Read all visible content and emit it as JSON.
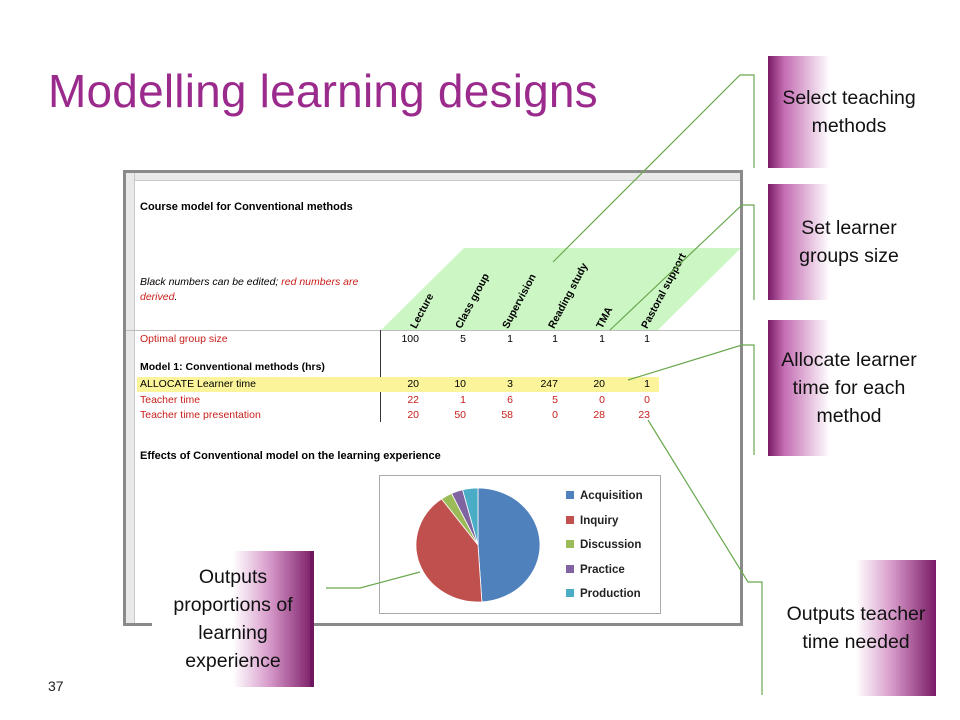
{
  "slide": {
    "title": "Modelling learning designs",
    "page_number": "37"
  },
  "sheet": {
    "course_title": "Course model for Conventional methods",
    "note_black": "Black numbers can be edited; ",
    "note_red": "red numbers are derived",
    "note_end": ".",
    "columns": [
      "Lecture",
      "Class group",
      "Supervision",
      "Reading study",
      "TMA",
      "Pastoral support"
    ],
    "rows": {
      "optimal": {
        "label": "Optimal group size",
        "values": [
          "100",
          "5",
          "1",
          "1",
          "1",
          "1"
        ]
      },
      "model_heading": "Model 1: Conventional methods (hrs)",
      "allocate": {
        "label": "ALLOCATE Learner time",
        "values": [
          "20",
          "10",
          "3",
          "247",
          "20",
          "1"
        ]
      },
      "teacher": {
        "label": "Teacher time",
        "values": [
          "22",
          "1",
          "6",
          "5",
          "0",
          "0"
        ]
      },
      "presentation": {
        "label": "Teacher time presentation",
        "values": [
          "20",
          "50",
          "58",
          "0",
          "28",
          "23"
        ]
      }
    },
    "effects_title": "Effects of Conventional model on the learning experience"
  },
  "chart_data": {
    "type": "pie",
    "categories": [
      "Acquisition",
      "Inquiry",
      "Discussion",
      "Practice",
      "Production"
    ],
    "values": [
      49,
      41,
      3,
      3,
      4
    ],
    "colors": [
      "#4f81bd",
      "#c0504d",
      "#9bbb59",
      "#8064a2",
      "#4bacc6"
    ],
    "legend_position": "right"
  },
  "callouts": {
    "select": "Select teaching methods",
    "groups": "Set learner groups size",
    "allocate": "Allocate learner time for each method",
    "outputs_teacher": "Outputs teacher time needed",
    "outputs_proportions": "Outputs proportions of learning experience"
  },
  "colors": {
    "title": "#9b2a8d",
    "accent_purple": "#7a1a66",
    "band_green": "#ccf7c4",
    "highlight_yellow": "#fbf49a",
    "derived_red": "#c8201b"
  }
}
